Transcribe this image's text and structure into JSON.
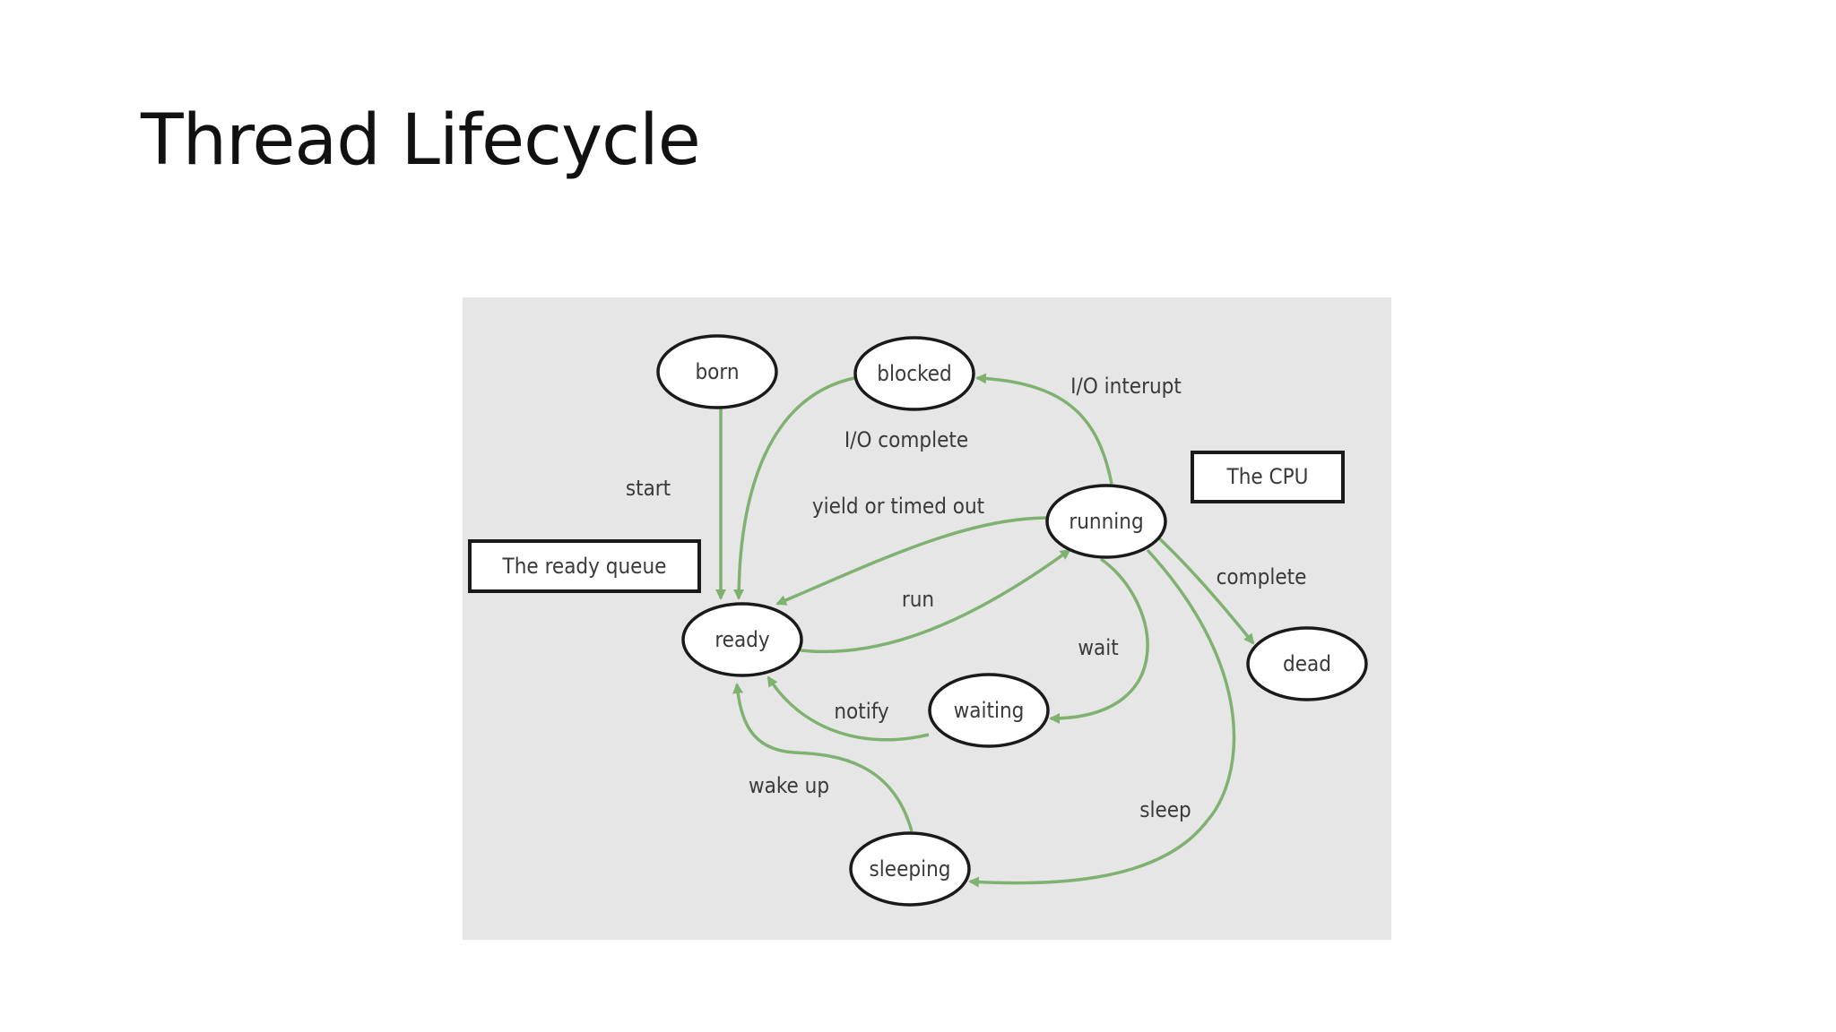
{
  "slide": {
    "title": "Thread Lifecycle"
  },
  "diagram": {
    "colors": {
      "panel": "#e6e6e6",
      "edge": "#7fb170",
      "node_stroke": "#1a1a1a",
      "text": "#3a3a3a"
    },
    "nodes": {
      "born": "born",
      "blocked": "blocked",
      "running": "running",
      "ready": "ready",
      "waiting": "waiting",
      "dead": "dead",
      "sleeping": "sleeping"
    },
    "boxes": {
      "ready_queue": "The ready queue",
      "cpu": "The CPU"
    },
    "edges": {
      "start": "start",
      "io_complete": "I/O complete",
      "io_interupt": "I/O interupt",
      "yield_or_timed_out": "yield or timed out",
      "run": "run",
      "complete": "complete",
      "wait": "wait",
      "notify": "notify",
      "wake_up": "wake up",
      "sleep": "sleep"
    }
  }
}
